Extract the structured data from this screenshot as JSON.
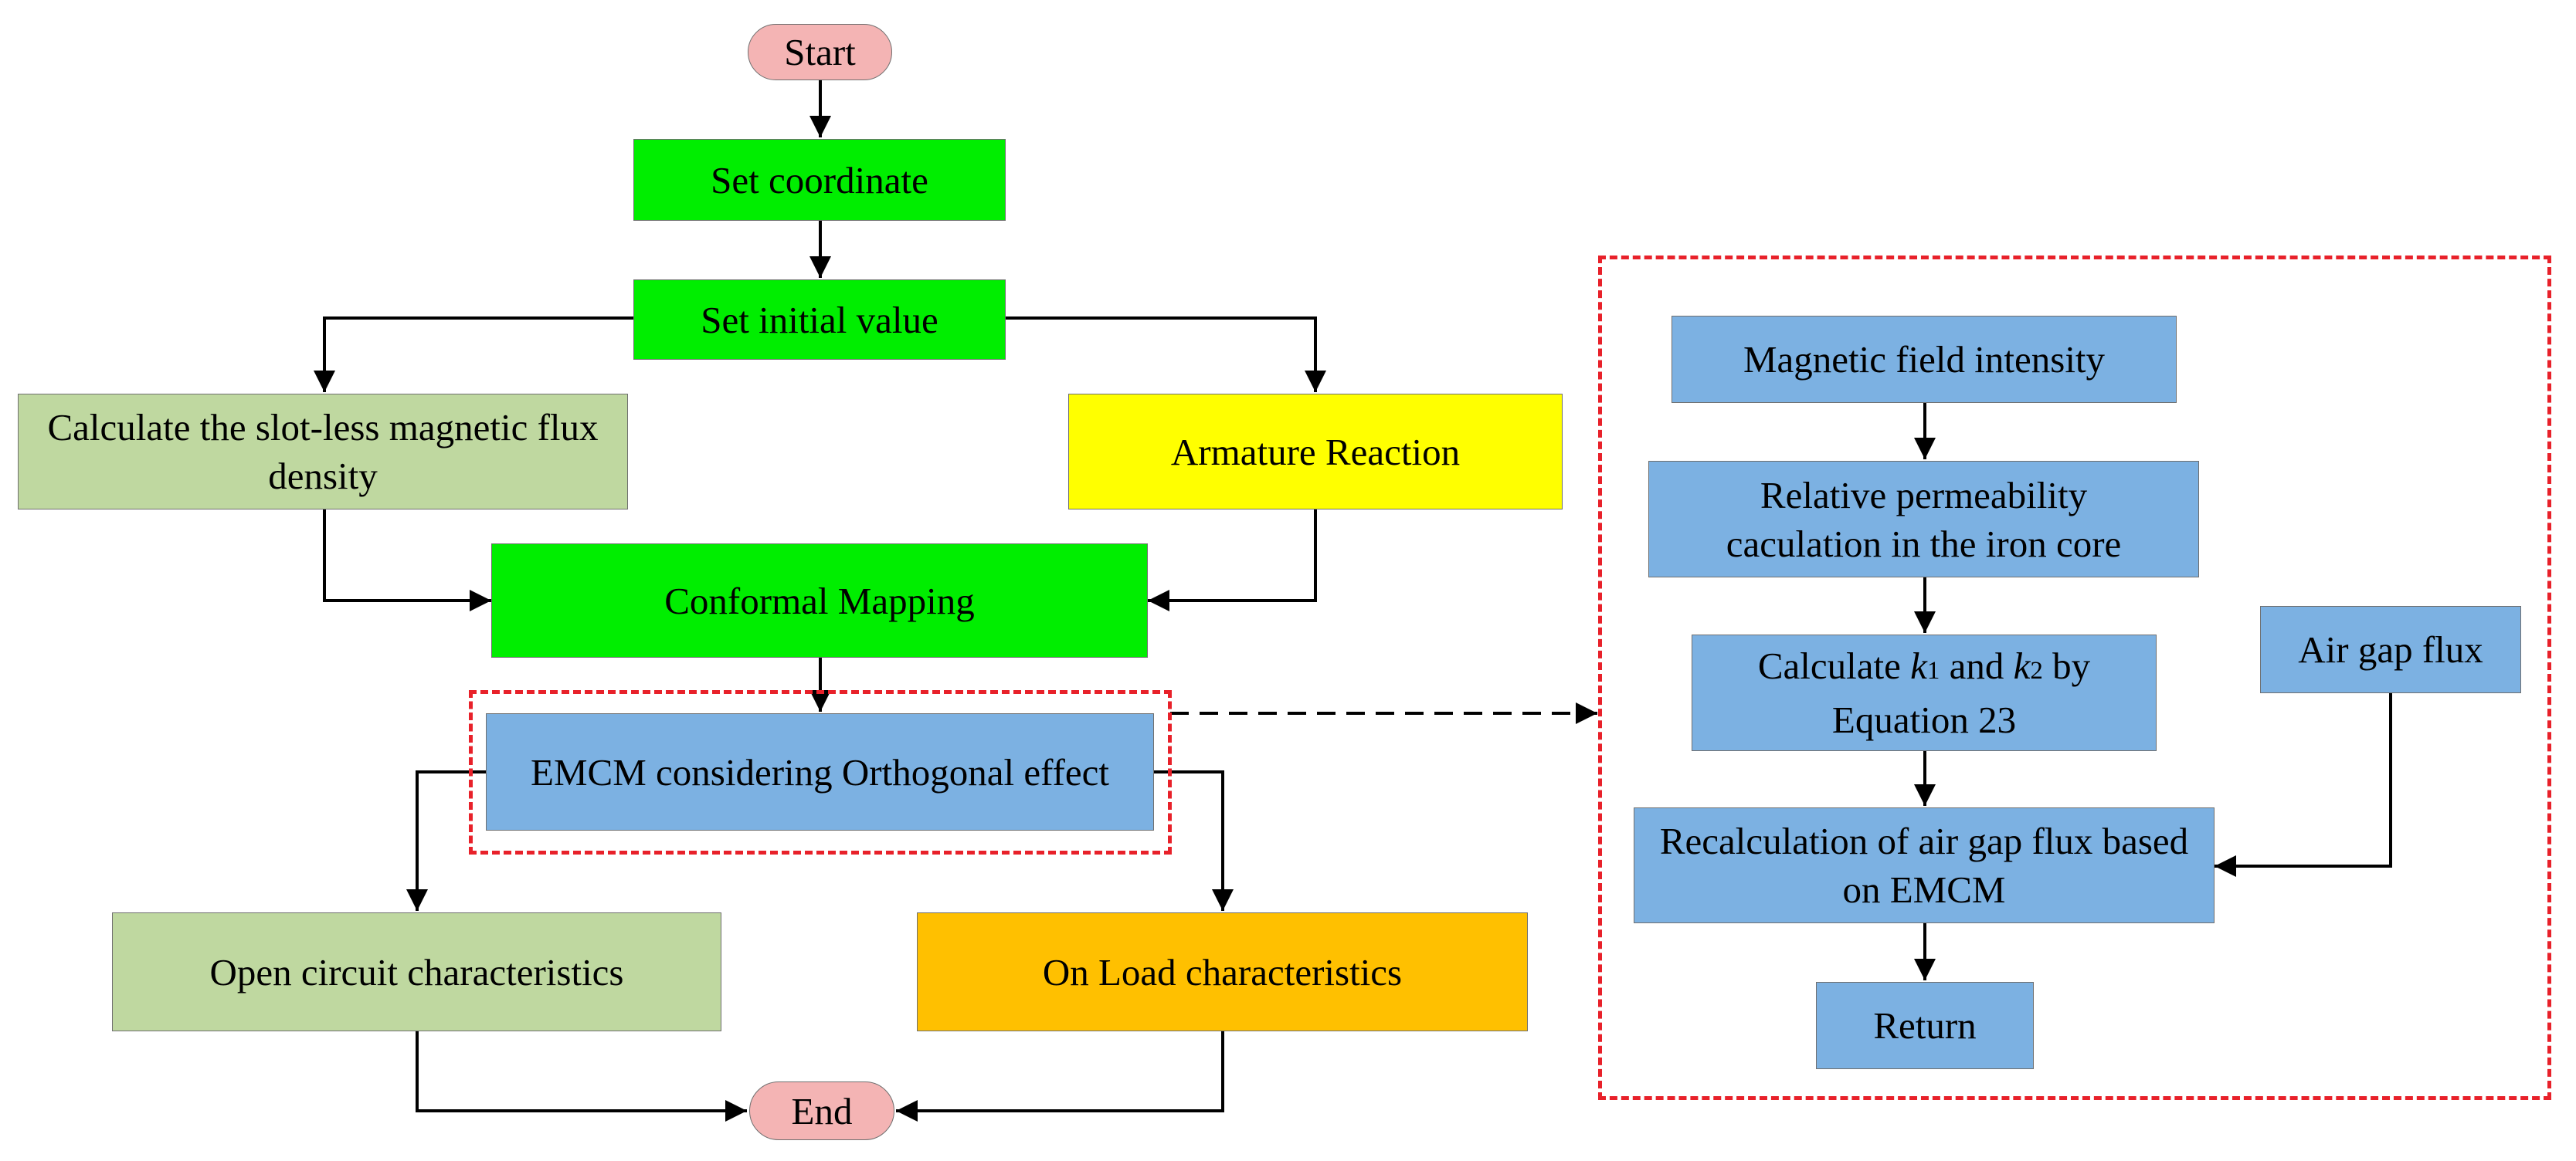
{
  "colors": {
    "terminal": "#f4b4b4",
    "step_green": "#00ee00",
    "step_light_green": "#bfd8a0",
    "step_yellow": "#ffff00",
    "step_orange": "#ffc000",
    "step_blue": "#7cb1e2",
    "dashed_group": "#e8212a",
    "connector": "#000000"
  },
  "main_flow": {
    "start": "Start",
    "set_coordinate": "Set coordinate",
    "set_initial_value": "Set initial value",
    "slot_less": "Calculate the slot-less magnetic flux density",
    "armature_reaction": "Armature Reaction",
    "conformal_mapping": "Conformal Mapping",
    "emcm": "EMCM considering Orthogonal effect",
    "open_circuit": "Open circuit characteristics",
    "on_load": "On Load characteristics",
    "end": "End"
  },
  "detail_flow": {
    "magnetic_field_intensity": "Magnetic field intensity",
    "relative_permeability": "Relative permeability caculation in the iron core",
    "calc_k": {
      "prefix": "Calculate",
      "k1_letter": "k",
      "k1_sub": "1",
      "and": "and",
      "k2_letter": "k",
      "k2_sub": "2",
      "by": "by",
      "line2": "Equation 23"
    },
    "air_gap_flux": "Air gap flux",
    "recalculation": "Recalculation of air gap flux based on EMCM",
    "return": "Return"
  }
}
